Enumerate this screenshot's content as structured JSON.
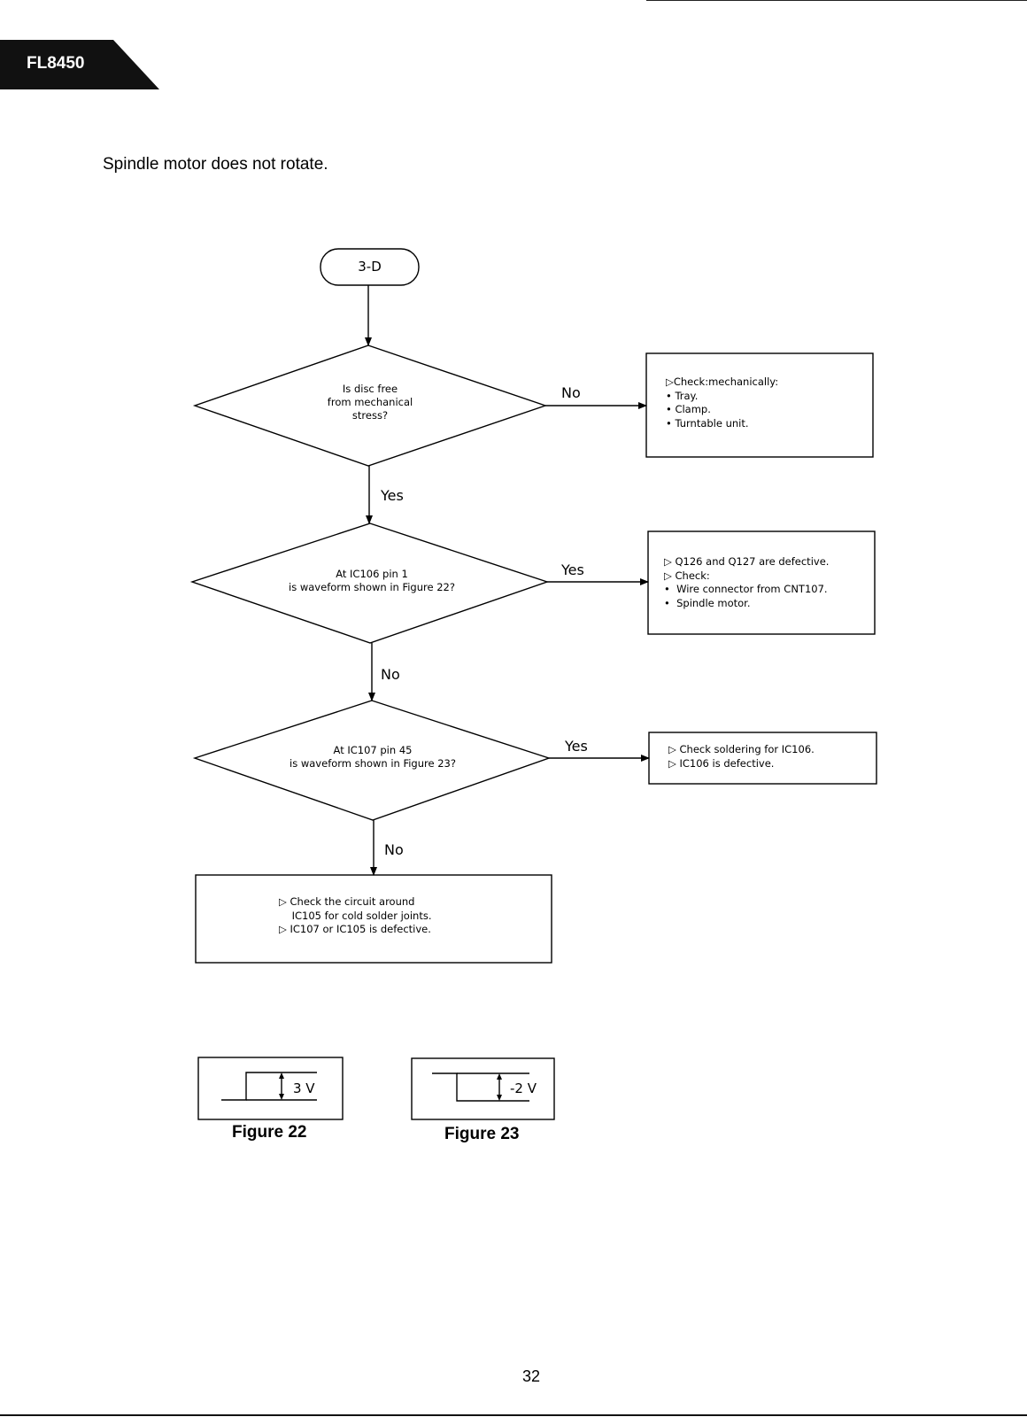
{
  "header": {
    "model": "FL8450",
    "title": "Spindle motor does not rotate."
  },
  "flowchart": {
    "start": "3-D",
    "decision1": {
      "lines": [
        "Is disc free",
        "from mechanical",
        "stress?"
      ],
      "no_label": "No",
      "yes_label": "Yes"
    },
    "box1": {
      "lines": [
        "▷Check:mechanically:",
        "• Tray.",
        "• Clamp.",
        "• Turntable unit."
      ]
    },
    "decision2": {
      "lines": [
        "At IC106 pin 1",
        "is waveform shown in Figure 22?"
      ],
      "yes_label": "Yes",
      "no_label": "No"
    },
    "box2": {
      "lines": [
        "▷ Q126 and Q127 are defective.",
        "▷ Check:",
        "•  Wire connector from CNT107.",
        "•  Spindle motor."
      ]
    },
    "decision3": {
      "lines": [
        "At IC107 pin 45",
        "is waveform shown in Figure 23?"
      ],
      "yes_label": "Yes",
      "no_label": "No"
    },
    "box3": {
      "lines": [
        "▷ Check soldering for IC106.",
        "▷ IC106 is defective."
      ]
    },
    "box4": {
      "lines": [
        "▷ Check the circuit around",
        "    IC105 for cold solder joints.",
        "▷ IC107 or IC105 is defective."
      ]
    }
  },
  "figures": {
    "fig22": {
      "caption": "Figure 22",
      "voltage": "3 V"
    },
    "fig23": {
      "caption": "Figure 23",
      "voltage": "-2 V"
    }
  },
  "footer": {
    "page_number": "32"
  }
}
